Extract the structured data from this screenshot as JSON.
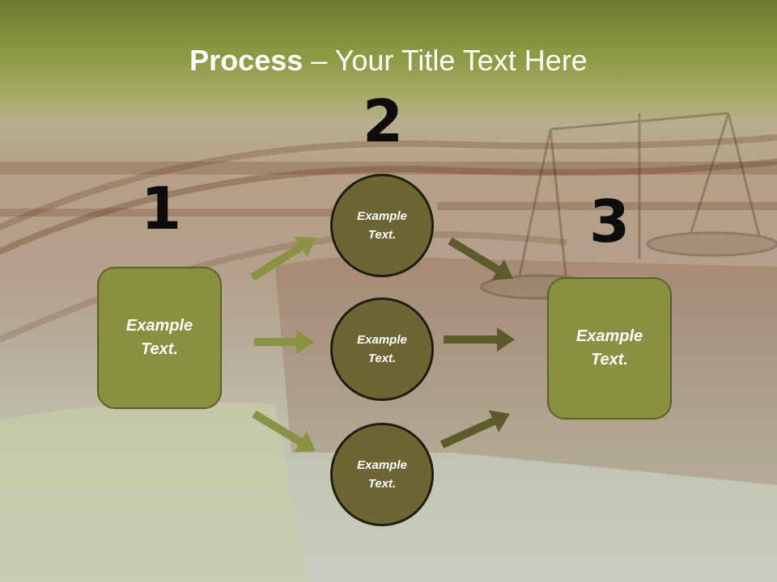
{
  "slide": {
    "title_bold": "Process",
    "title_rest": " – Your Title Text Here"
  },
  "steps": [
    {
      "number": "1",
      "text": "Example Text."
    },
    {
      "number": "2",
      "text": "Example Text."
    },
    {
      "number": "3",
      "text": "Example Text."
    }
  ],
  "circles": [
    {
      "text": "Example Text."
    },
    {
      "text": "Example Text."
    },
    {
      "text": "Example Text."
    }
  ],
  "colors": {
    "header_band": "#7a8538",
    "box_fill": "#89903f",
    "circle_fill": "#6b6632",
    "arrow_left": "#8a9342",
    "arrow_right": "#5d5a2c"
  }
}
